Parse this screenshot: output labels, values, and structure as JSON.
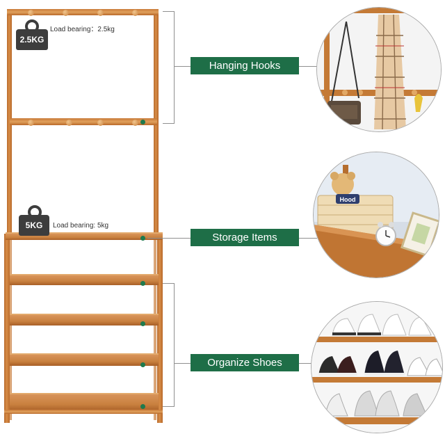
{
  "weights": {
    "top": {
      "badge": "2.5KG",
      "text": "Load bearing：2.5kg"
    },
    "mid": {
      "badge": "5KG",
      "text": "Load bearing:  5kg"
    }
  },
  "labels": {
    "hooks": "Hanging Hooks",
    "storage": "Storage Items",
    "shoes": "Organize Shoes"
  },
  "colors": {
    "accent": "#1e6e47",
    "wood": "#c9813f"
  }
}
